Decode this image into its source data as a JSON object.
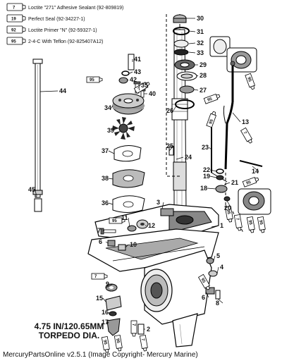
{
  "legend": [
    {
      "num": "7",
      "text": "Loctite \"271\" Adhesive Sealant (92-809819)"
    },
    {
      "num": "19",
      "text": "Perfect Seal (92-34227-1)"
    },
    {
      "num": "92",
      "text": "Loctite Primer \"N\" (92-59327-1)"
    },
    {
      "num": "95",
      "text": "2-4-C With Teflon (92-825407A12)"
    }
  ],
  "callouts": [
    {
      "id": "30"
    },
    {
      "id": "31"
    },
    {
      "id": "32"
    },
    {
      "id": "33"
    },
    {
      "id": "29"
    },
    {
      "id": "28"
    },
    {
      "id": "27"
    },
    {
      "id": "26"
    },
    {
      "id": "13"
    },
    {
      "id": "41"
    },
    {
      "id": "43"
    },
    {
      "id": "42"
    },
    {
      "id": "35"
    },
    {
      "id": "40"
    },
    {
      "id": "34"
    },
    {
      "id": "39"
    },
    {
      "id": "37"
    },
    {
      "id": "38"
    },
    {
      "id": "36"
    },
    {
      "id": "44"
    },
    {
      "id": "45"
    },
    {
      "id": "25"
    },
    {
      "id": "24"
    },
    {
      "id": "23"
    },
    {
      "id": "22"
    },
    {
      "id": "19"
    },
    {
      "id": "18"
    },
    {
      "id": "21"
    },
    {
      "id": "20"
    },
    {
      "id": "14"
    },
    {
      "id": "3"
    },
    {
      "id": "1"
    },
    {
      "id": "11"
    },
    {
      "id": "12"
    },
    {
      "id": "7"
    },
    {
      "id": "10"
    },
    {
      "id": "6"
    },
    {
      "id": "5"
    },
    {
      "id": "4"
    },
    {
      "id": "9"
    },
    {
      "id": "15"
    },
    {
      "id": "16"
    },
    {
      "id": "17"
    },
    {
      "id": "2"
    },
    {
      "id": "8"
    },
    {
      "id": "6"
    }
  ],
  "tube_markers": [
    {
      "num": "95"
    },
    {
      "num": "7"
    },
    {
      "num": "95"
    },
    {
      "num": "95"
    },
    {
      "num": "95"
    },
    {
      "num": "95"
    },
    {
      "num": "7"
    },
    {
      "num": "95"
    },
    {
      "num": "95"
    },
    {
      "num": "7"
    },
    {
      "num": "95"
    },
    {
      "num": "95"
    },
    {
      "num": "7"
    },
    {
      "num": "95"
    },
    {
      "num": "7"
    },
    {
      "num": "7"
    },
    {
      "num": "95"
    },
    {
      "num": "95"
    }
  ],
  "torpedo_line1": "4.75 IN/120.65MM",
  "torpedo_line2": "TORPEDO DIA.",
  "credit": "MercuryPartsOnline v2.5.1 (Image Copyright- Mercury Marine)"
}
